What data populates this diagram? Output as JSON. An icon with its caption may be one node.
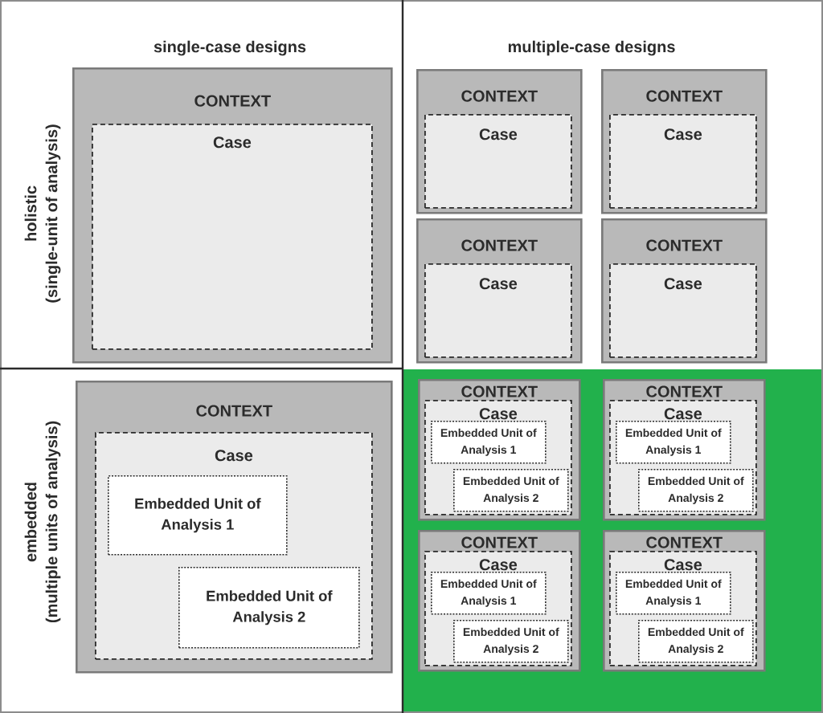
{
  "diagram": {
    "nodes": [
      {
        "text": [
          "CONTEXT"
        ]
      },
      {
        "text": [
          "Case"
        ],
        "in": 0
      },
      {
        "text": [
          "CONTEXT"
        ]
      },
      {
        "text": [
          "Case"
        ],
        "in": 2
      },
      {
        "text": [
          "CONTEXT"
        ]
      },
      {
        "text": [
          "Case"
        ],
        "in": 4
      },
      {
        "text": [
          "CONTEXT"
        ]
      },
      {
        "text": [
          "Case"
        ],
        "in": 6
      },
      {
        "text": [
          "CONTEXT"
        ]
      },
      {
        "text": [
          "Case"
        ],
        "in": 8
      },
      {
        "text": [
          "CONTEXT"
        ]
      },
      {
        "text": [
          "Case"
        ],
        "in": 10
      },
      {
        "text": [
          "Embedded Unit of Analysis 1"
        ],
        "in": 11
      },
      {
        "text": [
          "Embedded Unit of Analysis 2"
        ],
        "in": 11
      },
      {
        "text": [
          "CONTEXT"
        ]
      },
      {
        "text": [
          "Case"
        ],
        "in": 14
      },
      {
        "text": [
          "Embedded Unit of Analysis 1"
        ],
        "in": 15
      },
      {
        "text": [
          "Embedded Unit of Analysis 2"
        ],
        "in": 15
      },
      {
        "text": [
          "CONTEXT"
        ]
      },
      {
        "text": [
          "Case"
        ],
        "in": 18
      },
      {
        "text": [
          "Embedded Unit of Analysis 1"
        ],
        "in": 19
      },
      {
        "text": [
          "Embedded Unit of Analysis 2"
        ],
        "in": 19
      },
      {
        "text": [
          "CONTEXT"
        ]
      },
      {
        "text": [
          "Case"
        ],
        "in": 22
      },
      {
        "text": [
          "Embedded Unit of Analysis 1"
        ],
        "in": 23
      },
      {
        "text": [
          "Embedded Unit of Analysis 2"
        ],
        "in": 23
      },
      {
        "text": [
          "CONTEXT"
        ]
      },
      {
        "text": [
          "Case"
        ],
        "in": 26
      },
      {
        "text": [
          "Embedded Unit of Analysis 1"
        ],
        "in": 27
      },
      {
        "text": [
          "Embedded Unit of Analysis 2"
        ],
        "in": 27
      }
    ],
    "labels": [
      "single-case designs",
      "multiple-case designs",
      "holistic",
      "(single-unit of analysis)",
      "embedded",
      "(multiple units of analysis)"
    ]
  }
}
